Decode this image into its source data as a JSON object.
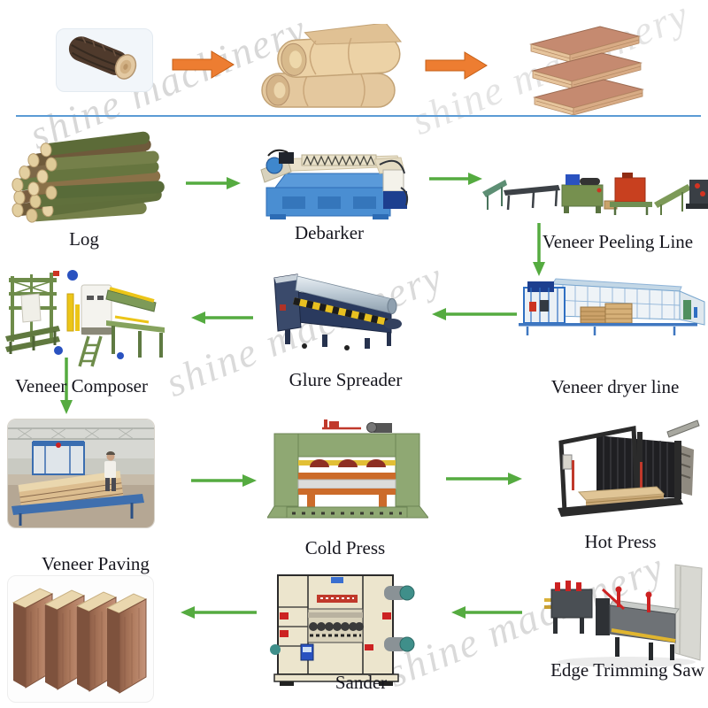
{
  "watermark": {
    "text": "shine machinery"
  },
  "stages": {
    "log": "Log",
    "debarker": "Debarker",
    "peeling_line": "Veneer Peeling Line",
    "composer": "Veneer Composer",
    "glue_spreader": "Glure Spreader",
    "dryer_line": "Veneer dryer line",
    "paving": "Veneer Paving",
    "cold_press": "Cold Press",
    "hot_press": "Hot Press",
    "sander": "Sander",
    "edge_saw": "Edge Trimming Saw"
  },
  "colors": {
    "flow_arrow_green": "#55ab40",
    "flow_arrow_orange": "#ed7d31",
    "divider_blue": "#5b9bd5",
    "label_text": "#16161e",
    "watermark_gray": "#8c8c8c"
  }
}
